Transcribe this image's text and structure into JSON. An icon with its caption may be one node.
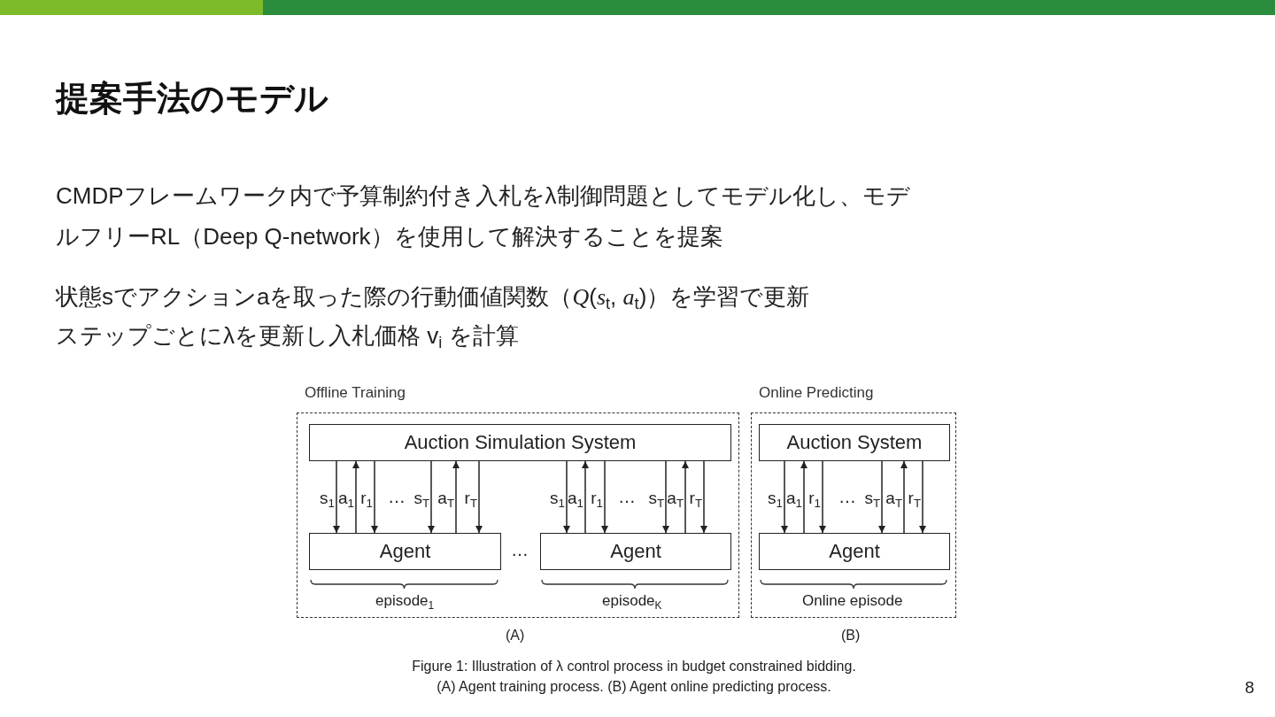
{
  "diagram": {
    "title": "提案手法のモデル",
    "caption": "Figure 1: Illustration of λ control process in budget constrained bidding.",
    "nodes": [
      {
        "text": [
          "Offline Training"
        ]
      },
      {
        "text": [
          "Auction Simulation System"
        ],
        "in": 0
      },
      {
        "text": [
          "Agent"
        ],
        "in": 0
      },
      {
        "text": [
          "Agent"
        ],
        "in": 0
      },
      {
        "text": [
          "Online Predicting"
        ]
      },
      {
        "text": [
          "Auction System"
        ],
        "in": 4
      },
      {
        "text": [
          "Agent"
        ],
        "in": 4
      }
    ],
    "edges": [
      {
        "from": 1,
        "to": 2,
        "arrow": "to",
        "label": "s$_{1}$"
      },
      {
        "from": 2,
        "to": 1,
        "arrow": "to",
        "label": "a$_{1}$"
      },
      {
        "from": 1,
        "to": 2,
        "arrow": "to",
        "label": "r$_{1}$"
      },
      {
        "from": 1,
        "to": 2,
        "arrow": "to",
        "label": "s$_{T}$"
      },
      {
        "from": 2,
        "to": 1,
        "arrow": "to",
        "label": "a$_{T}$"
      },
      {
        "from": 1,
        "to": 2,
        "arrow": "to",
        "label": "r$_{T}$"
      },
      {
        "from": 1,
        "to": 3,
        "arrow": "to",
        "label": "s$_{1}$"
      },
      {
        "from": 3,
        "to": 1,
        "arrow": "to",
        "label": "a$_{1}$"
      },
      {
        "from": 1,
        "to": 3,
        "arrow": "to",
        "label": "r$_{1}$"
      },
      {
        "from": 1,
        "to": 3,
        "arrow": "to",
        "label": "s$_{T}$"
      },
      {
        "from": 3,
        "to": 1,
        "arrow": "to",
        "label": "a$_{T}$"
      },
      {
        "from": 1,
        "to": 3,
        "arrow": "to",
        "label": "r$_{T}$"
      },
      {
        "from": 5,
        "to": 6,
        "arrow": "to",
        "label": "s$_{1}$"
      },
      {
        "from": 6,
        "to": 5,
        "arrow": "to",
        "label": "a$_{1}$"
      },
      {
        "from": 5,
        "to": 6,
        "arrow": "to",
        "label": "r$_{1}$"
      },
      {
        "from": 5,
        "to": 6,
        "arrow": "to",
        "label": "s$_{T}$"
      },
      {
        "from": 6,
        "to": 5,
        "arrow": "to",
        "label": "a$_{T}$"
      },
      {
        "from": 5,
        "to": 6,
        "arrow": "to",
        "label": "r$_{T}$"
      }
    ],
    "labels": [
      "CMDPフレームワーク内で予算制約付き入札をλ制御問題としてモデル化し、モデルフリーRL（Deep Q-network）を使用して解決することを提案",
      "状態sでアクションaを取った際の行動価値関数（*Q*(*s*$_{t}$, *a*$_{t}$)）を学習で更新",
      "ステップごとにλを更新し入札価格 v$_{i}$ を計算",
      "…",
      "…",
      "…",
      "…",
      "episode$_{1}$",
      "episode$_{K}$",
      "Online episode",
      "(A)",
      "(B)",
      "(A) Agent training process. (B) Agent online predicting process.",
      "8"
    ]
  }
}
